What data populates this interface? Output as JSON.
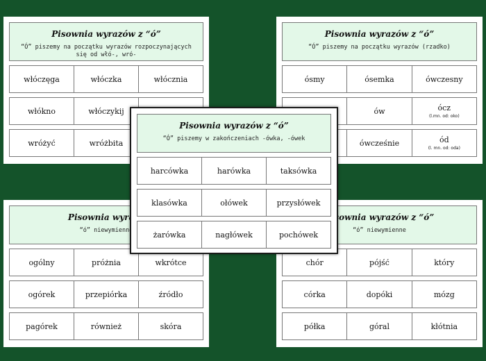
{
  "cards": {
    "top_left": {
      "title": "Pisownia wyrazów z “ó”",
      "subtitle": "“Ó” piszemy na początku wyrazów rozpoczynających się od włó-, wró-",
      "rows": [
        [
          "włóczęga",
          "włóczka",
          "włócznia"
        ],
        [
          "włókno",
          "włóczykij",
          ""
        ],
        [
          "wróżyć",
          "wróżbita",
          ""
        ]
      ]
    },
    "top_right": {
      "title": "Pisownia wyrazów z “ó”",
      "subtitle": "“Ó” piszemy na początku wyrazów (rzadko)",
      "rows": [
        [
          "ósmy",
          "ósemka",
          "ówczesny"
        ],
        [
          "",
          "ów",
          "ócz"
        ],
        [
          "",
          "ówcześnie",
          "ód"
        ]
      ],
      "notes": {
        "ocz": "(l.mn. od: oko)",
        "od": "(l. mn. od: oda)"
      }
    },
    "center": {
      "title": "Pisownia wyrazów z “ó”",
      "subtitle": "“Ó” piszemy w zakończeniach -ówka, -ówek",
      "rows": [
        [
          "harcówka",
          "harówka",
          "taksówka"
        ],
        [
          "klasówka",
          "ołówek",
          "przysłówek"
        ],
        [
          "żarówka",
          "nagłówek",
          "pochówek"
        ]
      ]
    },
    "bottom_left": {
      "title": "Pisownia wyrazó",
      "subtitle": "“ó” niewymienne",
      "rows": [
        [
          "ogólny",
          "próżnia",
          "wkrótce"
        ],
        [
          "ogórek",
          "przepiórka",
          "źródło"
        ],
        [
          "pagórek",
          "również",
          "skóra"
        ]
      ]
    },
    "bottom_right": {
      "title": "Pisownia wyrazów z “ó”",
      "subtitle": "“ó” niewymienne",
      "rows": [
        [
          "chór",
          "pójść",
          "który"
        ],
        [
          "córka",
          "dopóki",
          "mózg"
        ],
        [
          "półka",
          "góral",
          "kłótnia"
        ]
      ]
    }
  }
}
